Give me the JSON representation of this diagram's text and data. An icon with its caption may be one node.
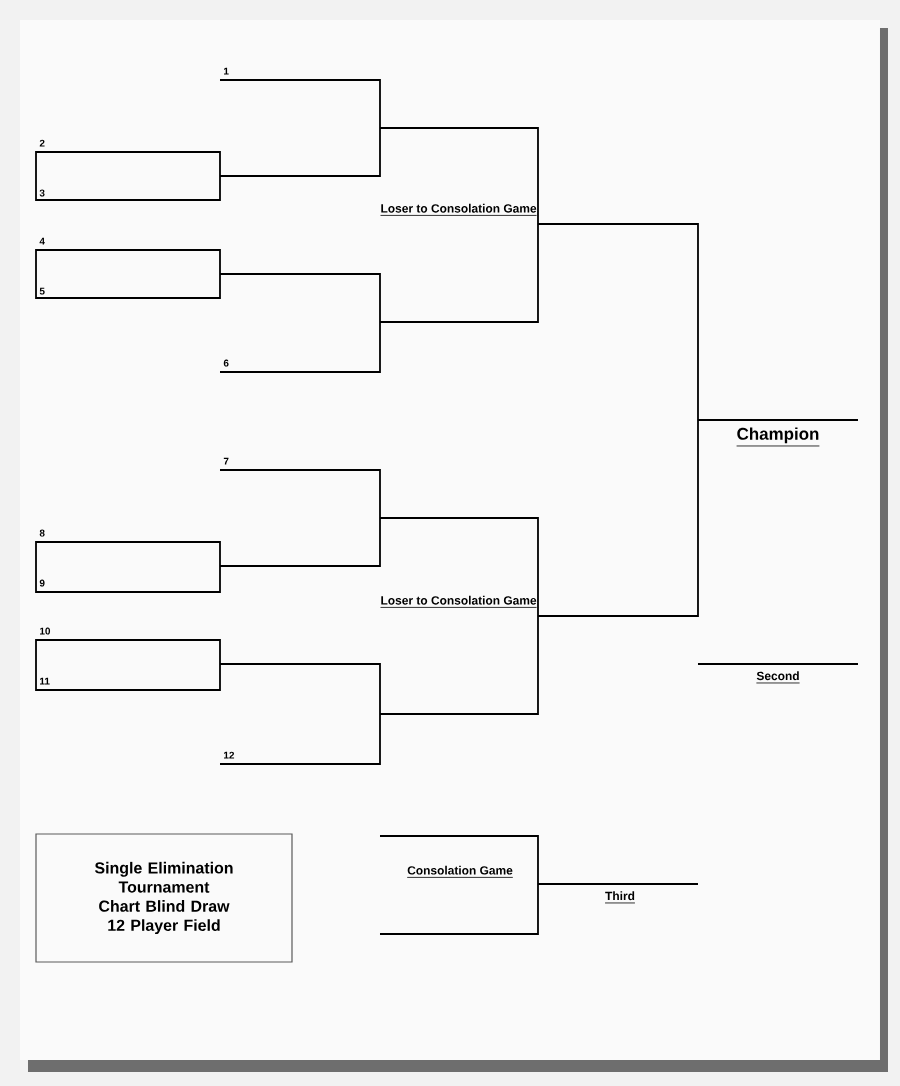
{
  "diagram": {
    "nodes": [
      {
        "text": [
          "Single Elimination Tournament Chart Blind Draw 12 Player Field"
        ]
      }
    ],
    "labels": [
      "1",
      "2",
      "3",
      "Loser to Consolation Game",
      "4",
      "5",
      "6",
      "Champion",
      "7",
      "8",
      "9",
      "Loser to Consolation Game",
      "10",
      "11",
      "Second",
      "12",
      "Consolation Game",
      "Third"
    ]
  }
}
